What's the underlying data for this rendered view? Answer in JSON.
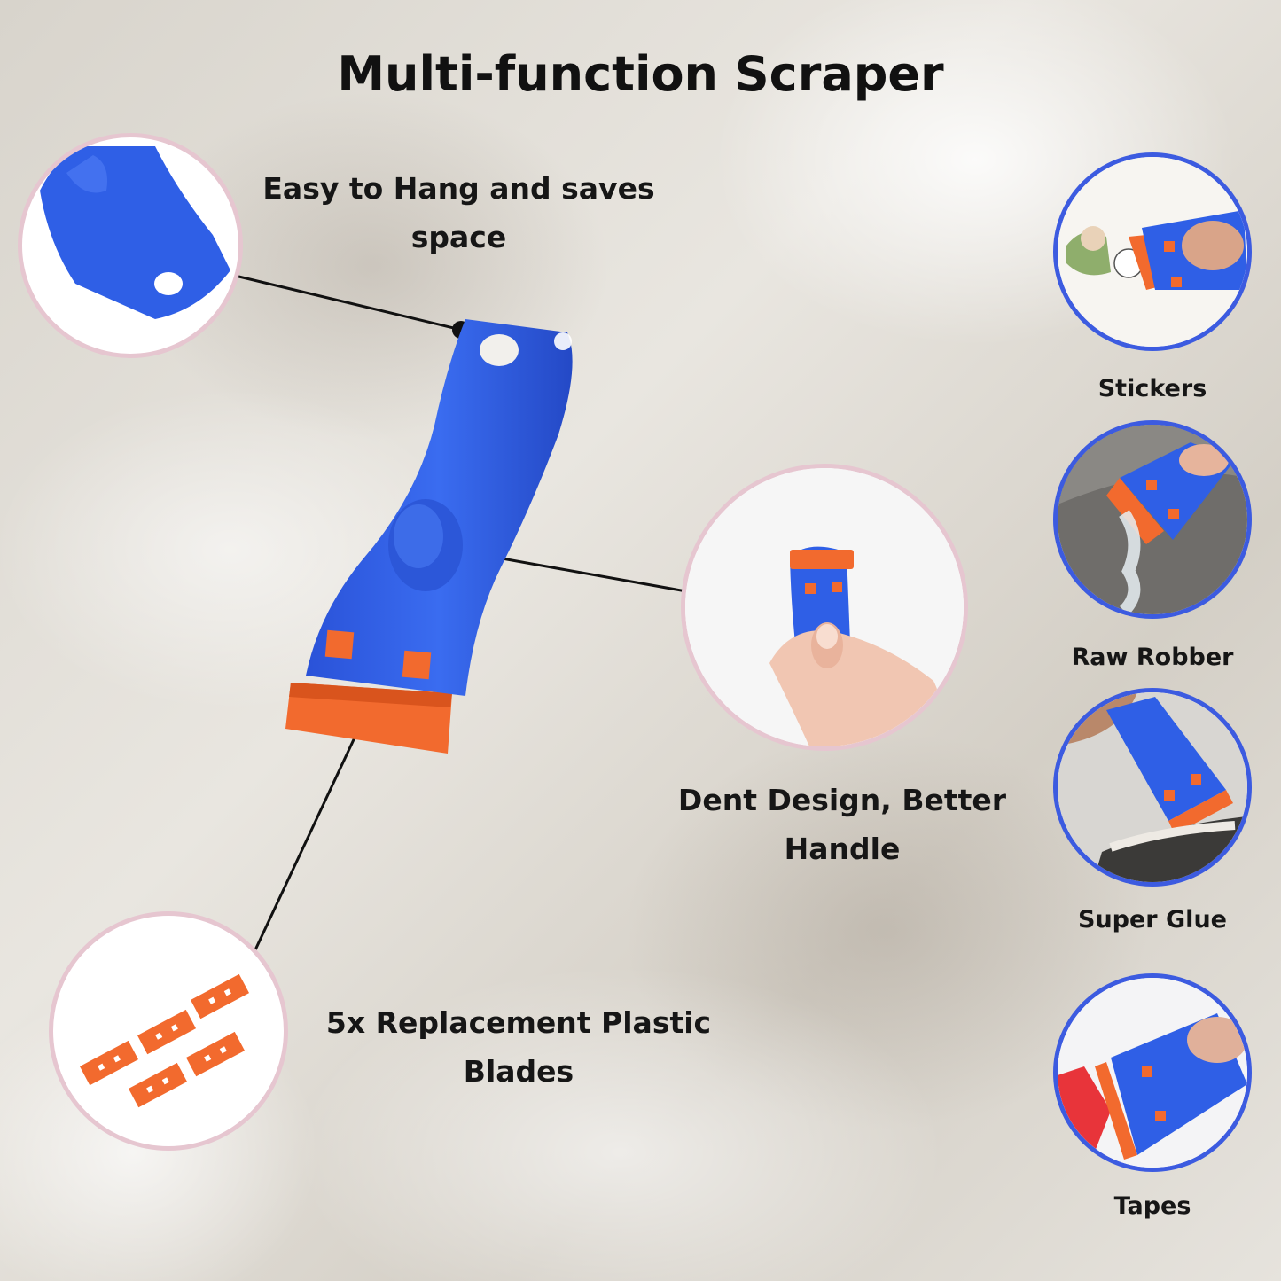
{
  "title": "Multi-function Scraper",
  "features": {
    "hang": "Easy to Hang and saves space",
    "dent": "Dent Design, Better Handle",
    "blades": "5x Replacement Plastic Blades"
  },
  "uses": [
    {
      "label": "Stickers"
    },
    {
      "label": "Raw Robber"
    },
    {
      "label": "Super Glue"
    },
    {
      "label": "Tapes"
    }
  ],
  "colors": {
    "scraper_blue": "#2f5fe6",
    "blade_orange": "#f26a2e",
    "circle_pink_border": "#e6c6d0",
    "circle_blue_border": "#3c5be0"
  },
  "icons": [
    "scraper-image",
    "blade-image",
    "hand-image"
  ]
}
